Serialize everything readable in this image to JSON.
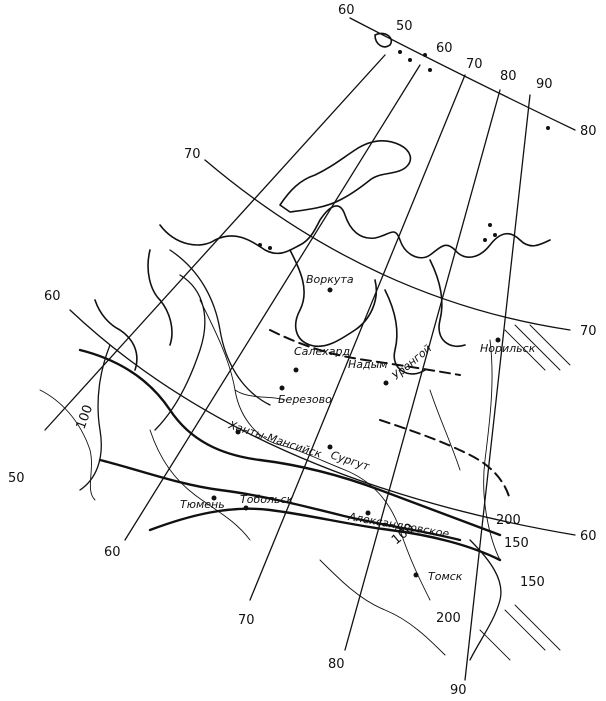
{
  "map": {
    "meridian_labels_top": [
      "60",
      "50",
      "60",
      "70",
      "80",
      "90"
    ],
    "parallel_labels": {
      "n80": "80",
      "n70_left": "70",
      "n70_right": "70",
      "n60_left": "60",
      "n60_right": "60"
    },
    "meridian_labels_bottom": [
      "50",
      "60",
      "70",
      "80",
      "90"
    ],
    "isoline_labels": [
      "100",
      "100",
      "200",
      "150",
      "150",
      "200"
    ],
    "cities": [
      "Воркута",
      "Норильск",
      "Салехард",
      "Надым",
      "Уренгой",
      "Березово",
      "Ханты-Мансийск",
      "Сургут",
      "Тюмень",
      "Тобольск",
      "Александровское",
      "Томск"
    ]
  }
}
